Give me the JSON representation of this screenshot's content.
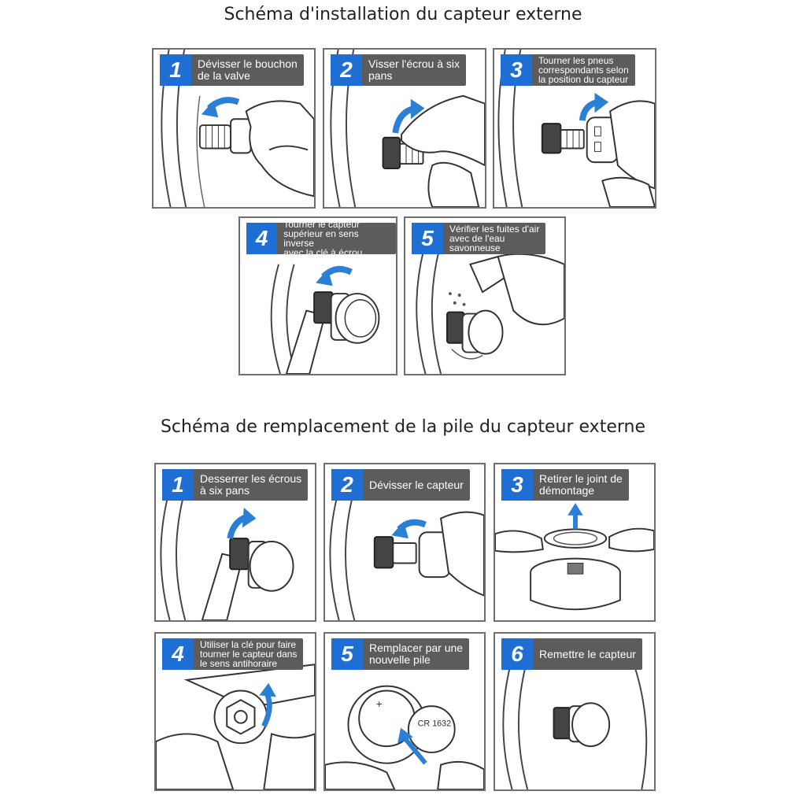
{
  "colors": {
    "accent": "#1f6ed4",
    "label_bg": "#5c5c5c",
    "arrow": "#2b7fd4"
  },
  "installation": {
    "title": "Schéma d'installation du capteur externe",
    "steps": [
      {
        "num": "1",
        "text": "Dévisser le bouchon\nde la valve",
        "icon": "valve-cap-unscrew"
      },
      {
        "num": "2",
        "text": "Visser l'écrou à six\npans",
        "icon": "hex-nut-screw"
      },
      {
        "num": "3",
        "text": "Tourner les pneus\ncorrespondants selon\nla position du capteur",
        "icon": "sensor-mount"
      },
      {
        "num": "4",
        "text": "Tourner le capteur\nsupérieur en sens inverse\navec la clé à écrou",
        "icon": "wrench-tighten"
      },
      {
        "num": "5",
        "text": "Vérifier les fuites d'air\navec de l'eau\nsavonneuse",
        "icon": "spray-bottle"
      }
    ]
  },
  "battery": {
    "title": "Schéma de remplacement de la pile du capteur externe",
    "steps": [
      {
        "num": "1",
        "text": "Desserrer les écrous\nà six pans",
        "icon": "wrench-loosen"
      },
      {
        "num": "2",
        "text": "Dévisser le capteur",
        "icon": "sensor-unscrew"
      },
      {
        "num": "3",
        "text": "Retirer le joint de\ndémontage",
        "icon": "seal-remove"
      },
      {
        "num": "4",
        "text": "Utiliser la clé pour faire\ntourner le capteur dans\nle sens antihoraire",
        "icon": "wrench-rotate"
      },
      {
        "num": "5",
        "text": "Remplacer par une\nnouvelle pile",
        "icon": "battery-replace"
      },
      {
        "num": "6",
        "text": "Remettre le capteur",
        "icon": "sensor-refit"
      }
    ],
    "battery_label": "CR 1632"
  }
}
